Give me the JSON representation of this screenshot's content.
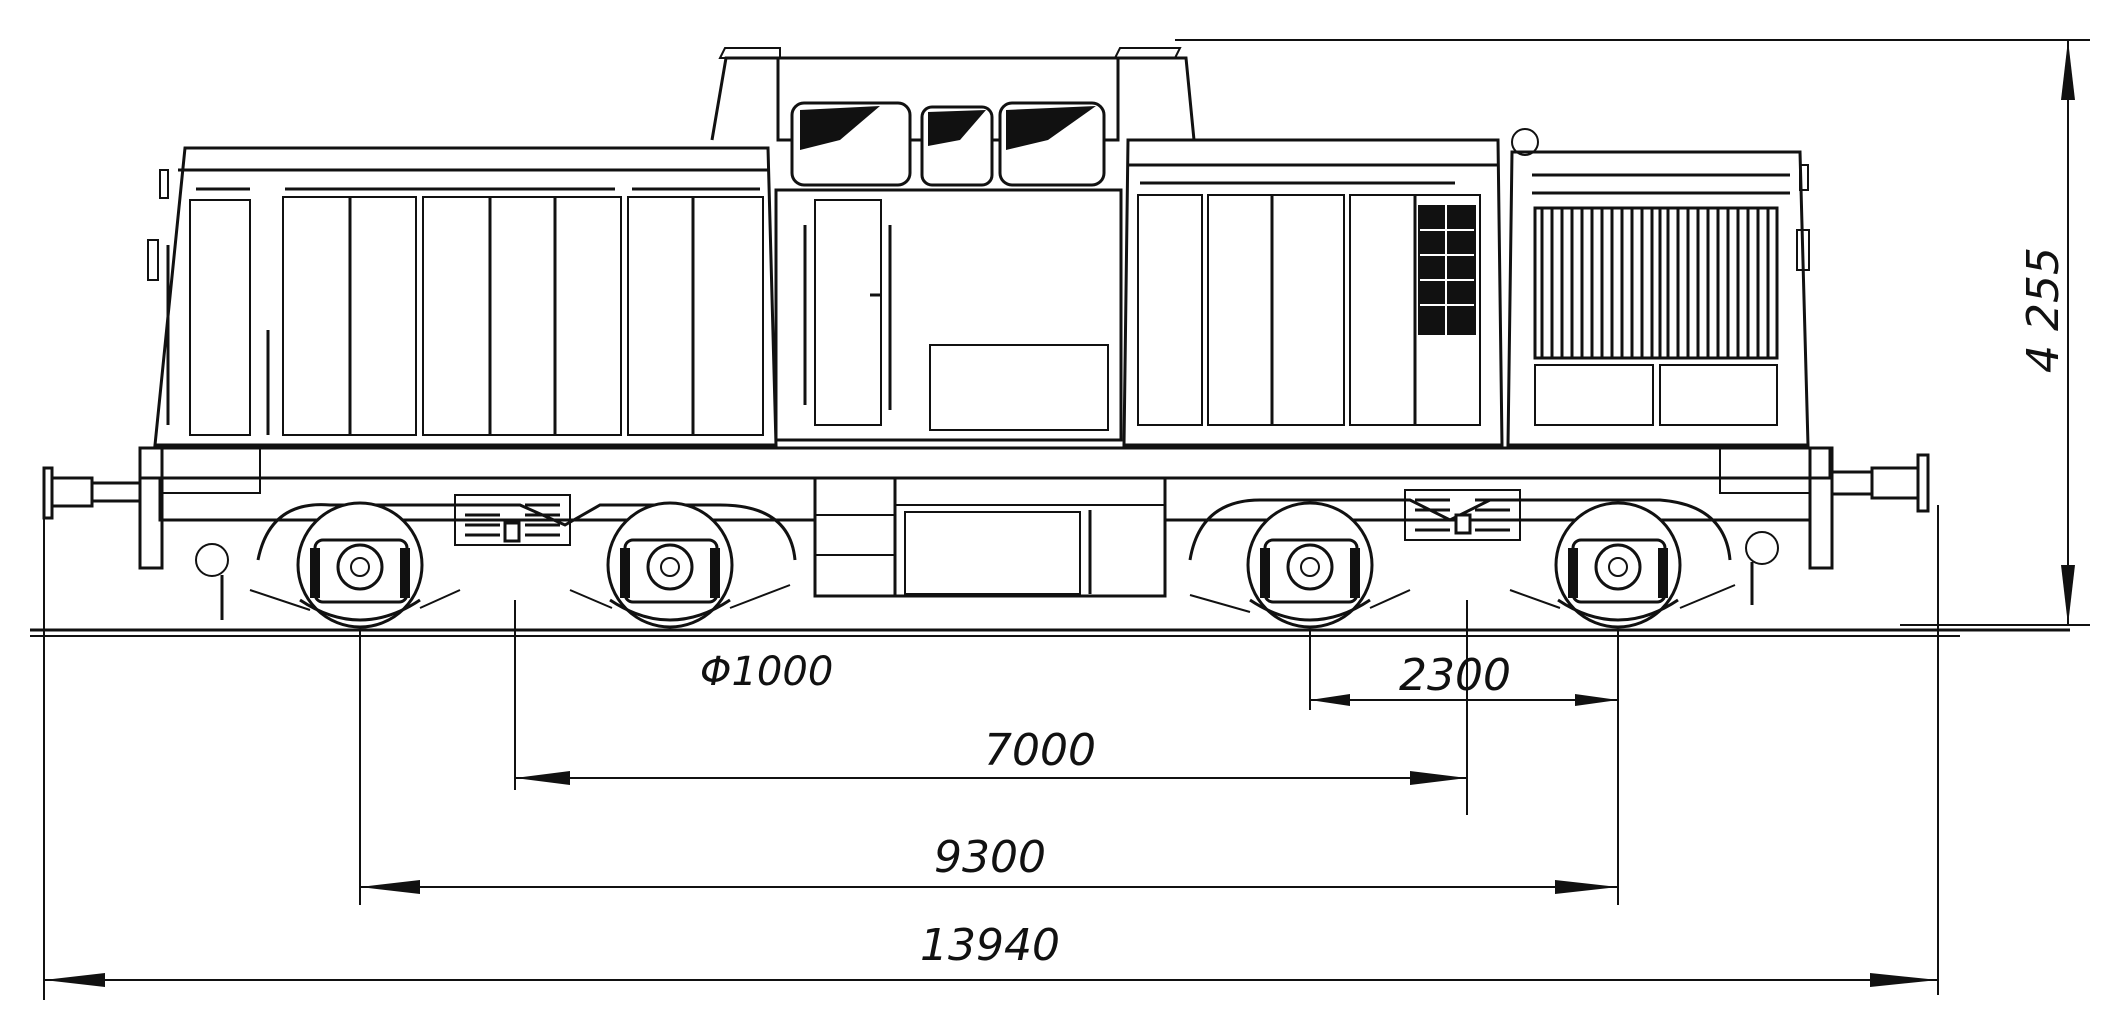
{
  "drawing": {
    "wheel_diameter": "Φ1000",
    "dimensions": {
      "bogie_wheelbase": "2300",
      "bogie_pivot_distance": "7000",
      "outer_axle_distance": "9300",
      "length_over_buffers": "13940",
      "overall_height": "4 255"
    }
  },
  "colors": {
    "ink": "#111111",
    "paper": "#ffffff"
  }
}
